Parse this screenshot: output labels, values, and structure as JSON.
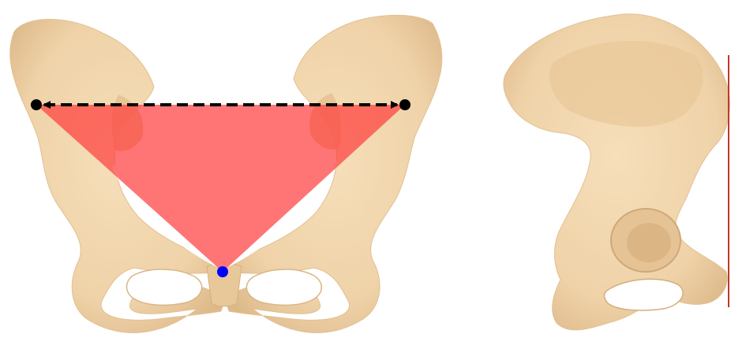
{
  "figure": {
    "colors": {
      "background": "#ffffff",
      "bone_fill": "#efd2a8",
      "bone_shadow": "#d9b688",
      "bone_outline": "#e6c596",
      "triangle_fill": "#ff3b3b",
      "triangle_opacity": 0.7,
      "arrow_color": "#000000",
      "landmark_point_color": "#000000",
      "apex_point_color": "#0000ff",
      "edge_line_color": "#c0392b"
    },
    "panels": [
      {
        "id": "anterior",
        "icon": "pelvis-anterior-view"
      },
      {
        "id": "lateral",
        "icon": "hip-bone-lateral-view"
      }
    ],
    "annotations": {
      "measurement": "bidirectional-dashed-arrow",
      "points": [
        "left-landmark",
        "right-landmark",
        "apex-landmark"
      ]
    }
  }
}
